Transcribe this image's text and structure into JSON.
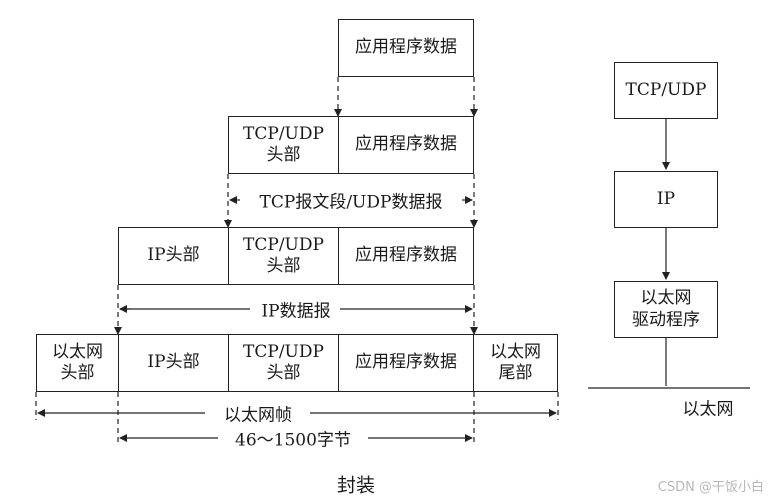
{
  "encapsulation": {
    "row1": {
      "app_data": "应用程序数据"
    },
    "row2": {
      "tcp_udp_header": "TCP/UDP\n头部",
      "app_data": "应用程序数据"
    },
    "span1": {
      "label": "TCP报文段/UDP数据报"
    },
    "row3": {
      "ip_header": "IP头部",
      "tcp_udp_header": "TCP/UDP\n头部",
      "app_data": "应用程序数据"
    },
    "span2": {
      "label": "IP数据报"
    },
    "row4": {
      "eth_header": "以太网\n头部",
      "ip_header": "IP头部",
      "tcp_udp_header": "TCP/UDP\n头部",
      "app_data": "应用程序数据",
      "eth_trailer": "以太网\n尾部"
    },
    "span3": {
      "label": "以太网帧"
    },
    "span4": {
      "label": "46～1500字节"
    },
    "caption": "封装"
  },
  "stack": {
    "tcp_udp": "TCP/UDP",
    "ip": "IP",
    "driver": "以太网\n驱动程序",
    "network": "以太网"
  },
  "watermark": "CSDN @干饭小白"
}
